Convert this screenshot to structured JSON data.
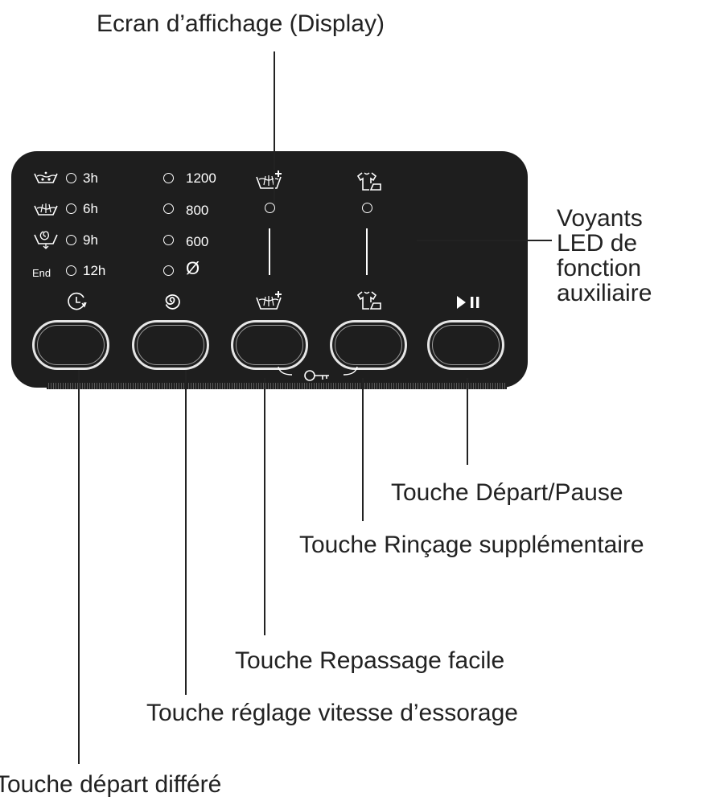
{
  "labels": {
    "display": "Ecran d’affichage (Display)",
    "aux_led": "Voyants LED de fonction auxiliaire",
    "start_pause": "Touche Départ/Pause",
    "extra_rinse": "Touche Rinçage supplémentaire",
    "easy_iron": "Touche Repassage facile",
    "spin_speed": "Touche réglage vitesse d’essorage",
    "delay_start": "Touche départ différé"
  },
  "panel": {
    "delay_options": [
      "3h",
      "6h",
      "9h",
      "12h"
    ],
    "end_label": "End",
    "spin_options": [
      "1200",
      "800",
      "600"
    ],
    "no_spin_symbol": "Ø"
  },
  "colors": {
    "panel": "#1e1e1e",
    "indicator": "#ffffff",
    "leader": "#222222"
  },
  "icons": [
    "clock-icon",
    "spin-icon",
    "extra-rinse-icon",
    "easy-iron-icon",
    "play-pause-icon",
    "key-icon",
    "prewash-icon",
    "wash-icon",
    "rinse-spin-icon"
  ]
}
